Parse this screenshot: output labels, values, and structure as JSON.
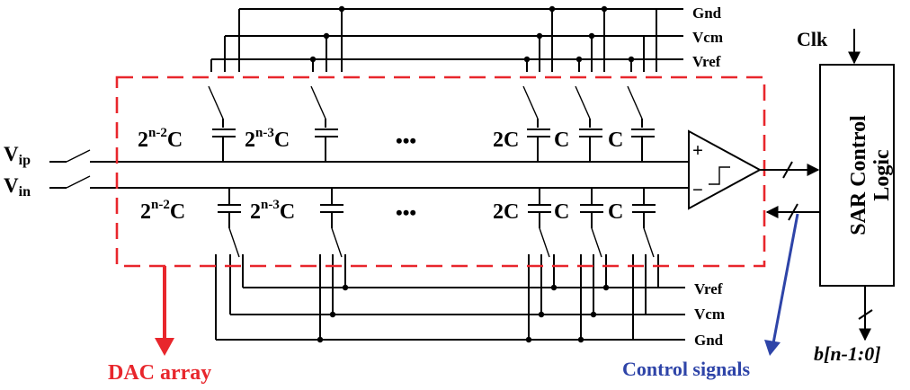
{
  "rails_top": {
    "gnd": "Gnd",
    "vcm": "Vcm",
    "vref": "Vref"
  },
  "rails_bottom": {
    "vref": "Vref",
    "vcm": "Vcm",
    "gnd": "Gnd"
  },
  "inputs": {
    "vip": {
      "base": "V",
      "sub": "ip"
    },
    "vin": {
      "base": "V",
      "sub": "in"
    }
  },
  "capacitors_top": {
    "c1": {
      "base": "2",
      "exp": "n-2",
      "unit": "C"
    },
    "c2": {
      "base": "2",
      "exp": "n-3",
      "unit": "C"
    },
    "ellipsis": "•••",
    "c3": "2C",
    "c4": "C",
    "c5": "C"
  },
  "capacitors_bottom": {
    "c1": {
      "base": "2",
      "exp": "n-2",
      "unit": "C"
    },
    "c2": {
      "base": "2",
      "exp": "n-3",
      "unit": "C"
    },
    "ellipsis": "•••",
    "c3": "2C",
    "c4": "C",
    "c5": "C"
  },
  "comparator": {
    "plus": "+",
    "minus": "−"
  },
  "sar_block": {
    "line1": "SAR Control",
    "line2": "Logic"
  },
  "clock": "Clk",
  "output_bus": "b[n-1:0]",
  "labels": {
    "dac_array": "DAC array",
    "control_signals": "Control  signals"
  },
  "colors": {
    "dac_box": "#e8262c",
    "control_arrow": "#2e44a8",
    "wire": "#000000"
  }
}
